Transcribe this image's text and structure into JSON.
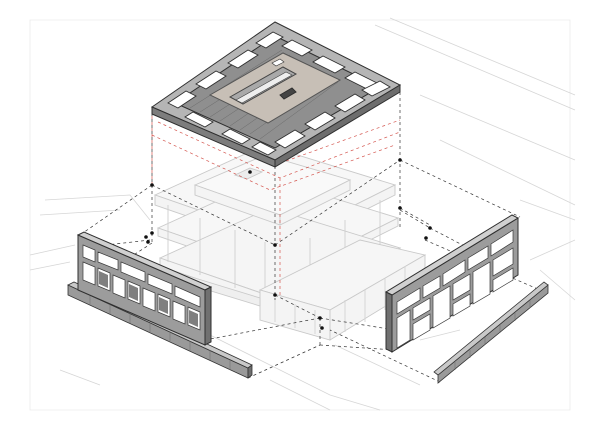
{
  "diagram": {
    "kind": "exploded axonometric building diagram",
    "components": [
      {
        "id": "roof",
        "name": "roof-frame-with-courtyard"
      },
      {
        "id": "core",
        "name": "building-core-floors"
      },
      {
        "id": "screen_left",
        "name": "left-facade-screen-panel"
      },
      {
        "id": "screen_right",
        "name": "right-facade-screen-panel"
      },
      {
        "id": "base_left",
        "name": "left-base-plinth-strip"
      },
      {
        "id": "base_right",
        "name": "right-base-plinth-strip"
      }
    ],
    "colors": {
      "background": "#ffffff",
      "context_lines": "#d6d6d6",
      "ghost_building": "#c9c9c9",
      "frame_stroke": "#3a3a3a",
      "frame_fill": "#9a9a9a",
      "roof_fill": "#8c8c8c",
      "courtyard_fill": "#c7bfb6",
      "guide_black": "#222222",
      "guide_red": "#d4564f",
      "glazing": "#7f7f7f"
    }
  }
}
